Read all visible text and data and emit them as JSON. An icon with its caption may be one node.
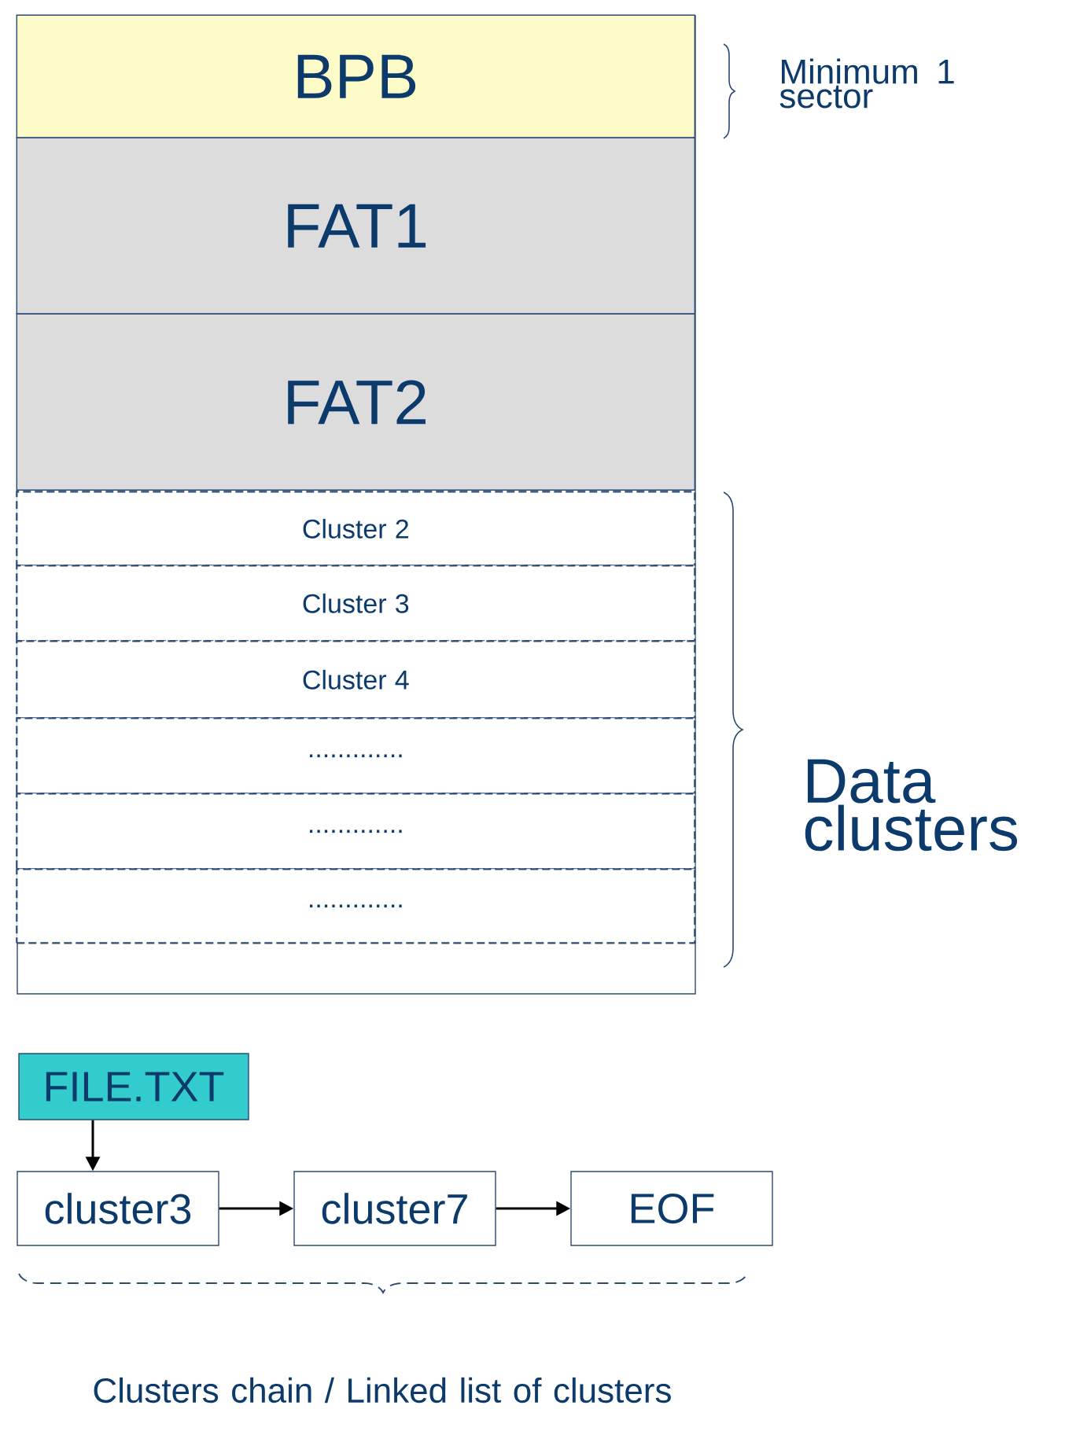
{
  "diagram": {
    "nodes": [
      {
        "text": [],
        "shape": "box"
      },
      {
        "text": [
          "BPB"
        ],
        "in": 0
      },
      {
        "text": [
          "FAT1"
        ],
        "in": 0
      },
      {
        "text": [
          "FAT2"
        ],
        "in": 0
      },
      {
        "text": [
          "Cluster 2"
        ],
        "in": 0
      },
      {
        "text": [
          "Cluster 3"
        ],
        "in": 0
      },
      {
        "text": [
          "Cluster 4"
        ],
        "in": 0
      },
      {
        "text": [
          "............."
        ],
        "in": 0
      },
      {
        "text": [
          "............."
        ],
        "in": 0
      },
      {
        "text": [
          "............."
        ],
        "in": 0
      },
      {
        "text": [
          "FILE.TXT"
        ]
      },
      {
        "text": [
          "cluster3"
        ]
      },
      {
        "text": [
          "cluster7"
        ]
      },
      {
        "text": [
          "EOF"
        ]
      }
    ],
    "edges": [
      {
        "from": 10,
        "to": 11,
        "arrow": "to"
      },
      {
        "from": 11,
        "to": 12,
        "arrow": "to"
      },
      {
        "from": 12,
        "to": 13,
        "arrow": "to"
      }
    ],
    "labels": [
      "Minimum 1 sector",
      "Data clusters",
      "Clusters chain / Linked list of clusters"
    ]
  }
}
